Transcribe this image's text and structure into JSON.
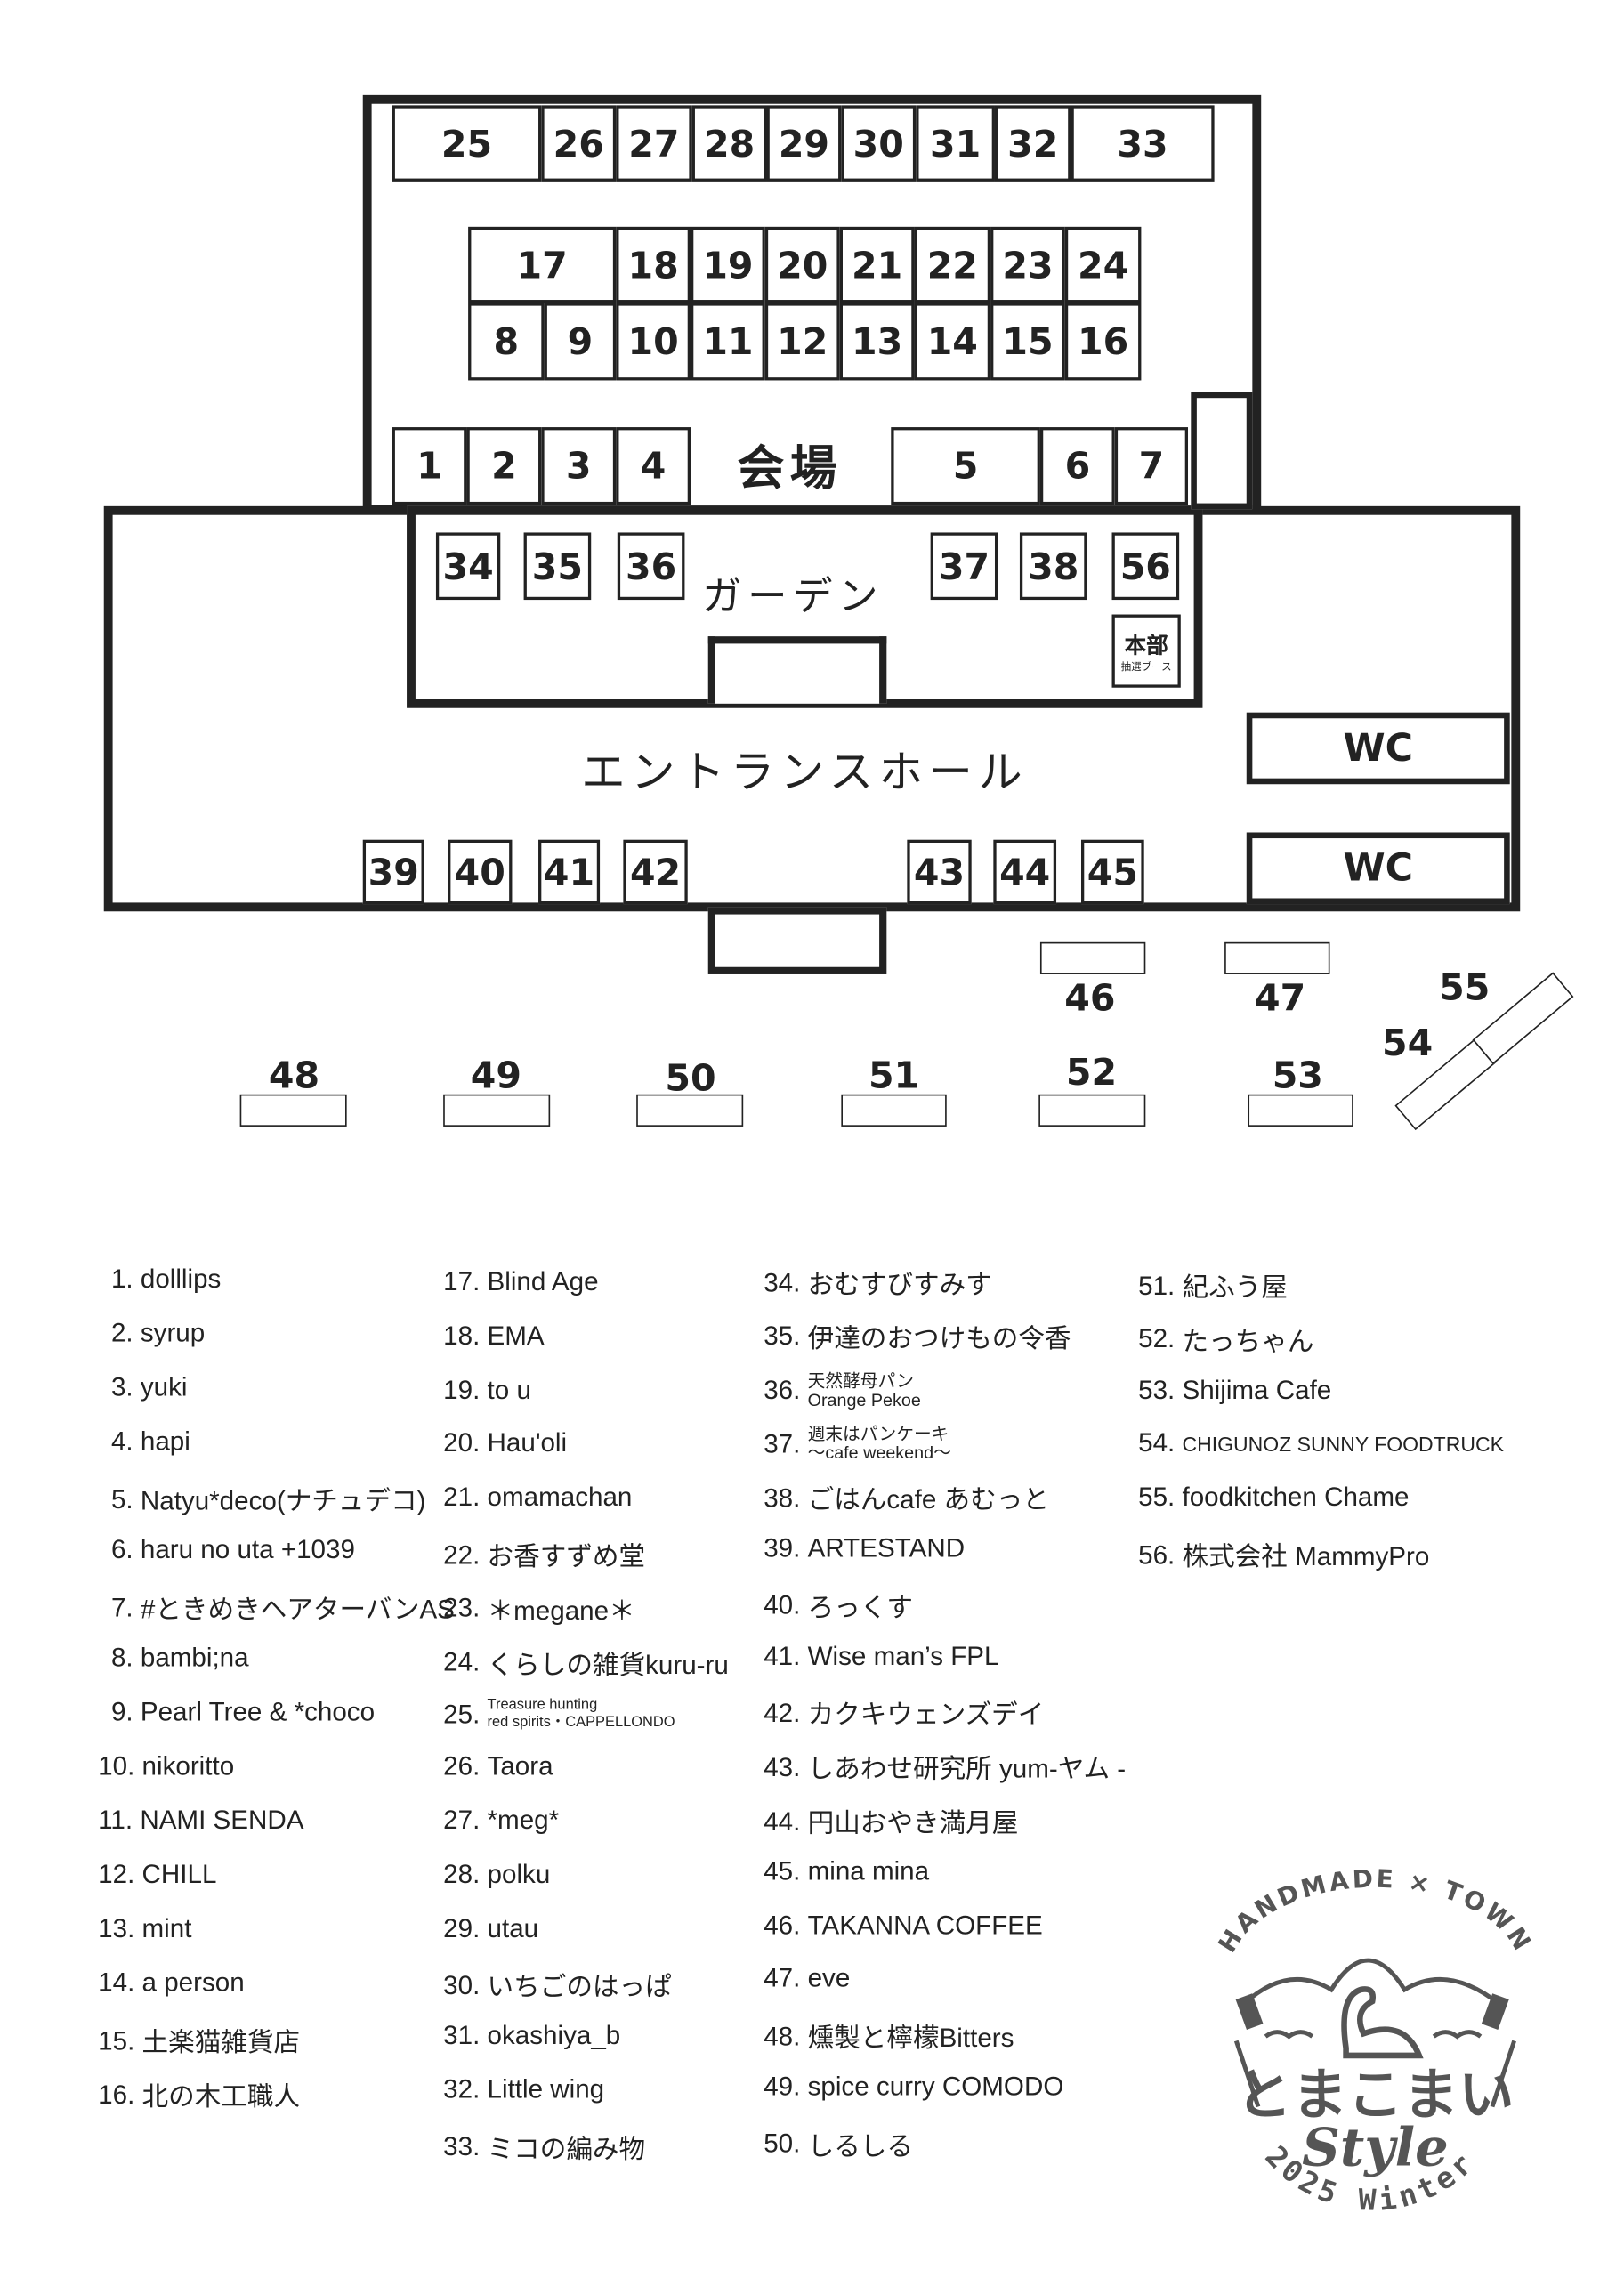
{
  "map": {
    "hall_label": "会場",
    "garden_label": "ガーデン",
    "entrance_label": "エントランスホール",
    "hq_label": "本部",
    "hq_sub": "抽選ブース",
    "wc_label": "WC",
    "booths": [
      "25",
      "26",
      "27",
      "28",
      "29",
      "30",
      "31",
      "32",
      "33",
      "17",
      "18",
      "19",
      "20",
      "21",
      "22",
      "23",
      "24",
      "8",
      "9",
      "10",
      "11",
      "12",
      "13",
      "14",
      "15",
      "16",
      "1",
      "2",
      "3",
      "4",
      "5",
      "6",
      "7",
      "34",
      "35",
      "36",
      "37",
      "38",
      "56",
      "39",
      "40",
      "41",
      "42",
      "43",
      "44",
      "45",
      "46",
      "47",
      "48",
      "49",
      "50",
      "51",
      "52",
      "53",
      "54",
      "55"
    ]
  },
  "vendors": [
    {
      "n": "1.",
      "name": "dolllips"
    },
    {
      "n": "2.",
      "name": "syrup"
    },
    {
      "n": "3.",
      "name": "yuki"
    },
    {
      "n": "4.",
      "name": "hapi"
    },
    {
      "n": "5.",
      "name": "Natyu*deco(ナチュデコ)"
    },
    {
      "n": "6.",
      "name": "haru no uta +1039"
    },
    {
      "n": "7.",
      "name": "#ときめきヘアターバンAS"
    },
    {
      "n": "8.",
      "name": "bambi;na"
    },
    {
      "n": "9.",
      "name": "Pearl Tree & *choco"
    },
    {
      "n": "10.",
      "name": "nikoritto"
    },
    {
      "n": "11.",
      "name": "NAMI SENDA"
    },
    {
      "n": "12.",
      "name": "CHILL"
    },
    {
      "n": "13.",
      "name": "mint"
    },
    {
      "n": "14.",
      "name": "a person"
    },
    {
      "n": "15.",
      "name": "土楽猫雑貨店"
    },
    {
      "n": "16.",
      "name": "北の木工職人"
    },
    {
      "n": "17.",
      "name": "Blind Age"
    },
    {
      "n": "18.",
      "name": "EMA"
    },
    {
      "n": "19.",
      "name": "to u"
    },
    {
      "n": "20.",
      "name": "Hau'oli"
    },
    {
      "n": "21.",
      "name": "omamachan"
    },
    {
      "n": "22.",
      "name": "お香すずめ堂"
    },
    {
      "n": "23.",
      "name": "＊megane＊"
    },
    {
      "n": "24.",
      "name": "くらしの雑貨kuru-ru"
    },
    {
      "n": "25.",
      "line1": "Treasure hunting",
      "line2": "red spirits・CAPPELLONDO"
    },
    {
      "n": "26.",
      "name": "Taora"
    },
    {
      "n": "27.",
      "name": "*meg*"
    },
    {
      "n": "28.",
      "name": "polku"
    },
    {
      "n": "29.",
      "name": "utau"
    },
    {
      "n": "30.",
      "name": "いちごのはっぱ"
    },
    {
      "n": "31.",
      "name": "okashiya_b"
    },
    {
      "n": "32.",
      "name": "Little wing"
    },
    {
      "n": "33.",
      "name": "ミコの編み物"
    },
    {
      "n": "34.",
      "name": "おむすびすみす"
    },
    {
      "n": "35.",
      "name": "伊達のおつけもの令香"
    },
    {
      "n": "36.",
      "line1": "天然酵母パン",
      "line2": "Orange Pekoe"
    },
    {
      "n": "37.",
      "line1": "週末はパンケーキ",
      "line2": "～cafe weekend～"
    },
    {
      "n": "38.",
      "name": "ごはんcafe あむっと"
    },
    {
      "n": "39.",
      "name": "ARTESTAND"
    },
    {
      "n": "40.",
      "name": "ろっくす"
    },
    {
      "n": "41.",
      "name": "Wise man’s FPL"
    },
    {
      "n": "42.",
      "name": "カクキウェンズデイ"
    },
    {
      "n": "43.",
      "name": "しあわせ研究所 yum-ヤム -"
    },
    {
      "n": "44.",
      "name": "円山おやき満月屋"
    },
    {
      "n": "45.",
      "name": "mina mina"
    },
    {
      "n": "46.",
      "name": "TAKANNA COFFEE"
    },
    {
      "n": "47.",
      "name": "eve"
    },
    {
      "n": "48.",
      "name": "燻製と檸檬Bitters"
    },
    {
      "n": "49.",
      "name": "spice curry COMODO"
    },
    {
      "n": "50.",
      "name": "しるしる"
    },
    {
      "n": "51.",
      "name": "紀ふう屋"
    },
    {
      "n": "52.",
      "name": "たっちゃん"
    },
    {
      "n": "53.",
      "name": "Shijima Cafe"
    },
    {
      "n": "54.",
      "name": "CHIGUNOZ SUNNY FOODTRUCK"
    },
    {
      "n": "55.",
      "name": "foodkitchen Chame"
    },
    {
      "n": "56.",
      "name": "株式会社 MammyPro"
    }
  ],
  "logo": {
    "top": "HANDMADE × TOWN",
    "title": "とまこまい",
    "style": "Style",
    "bottom": "2025 Winter"
  }
}
